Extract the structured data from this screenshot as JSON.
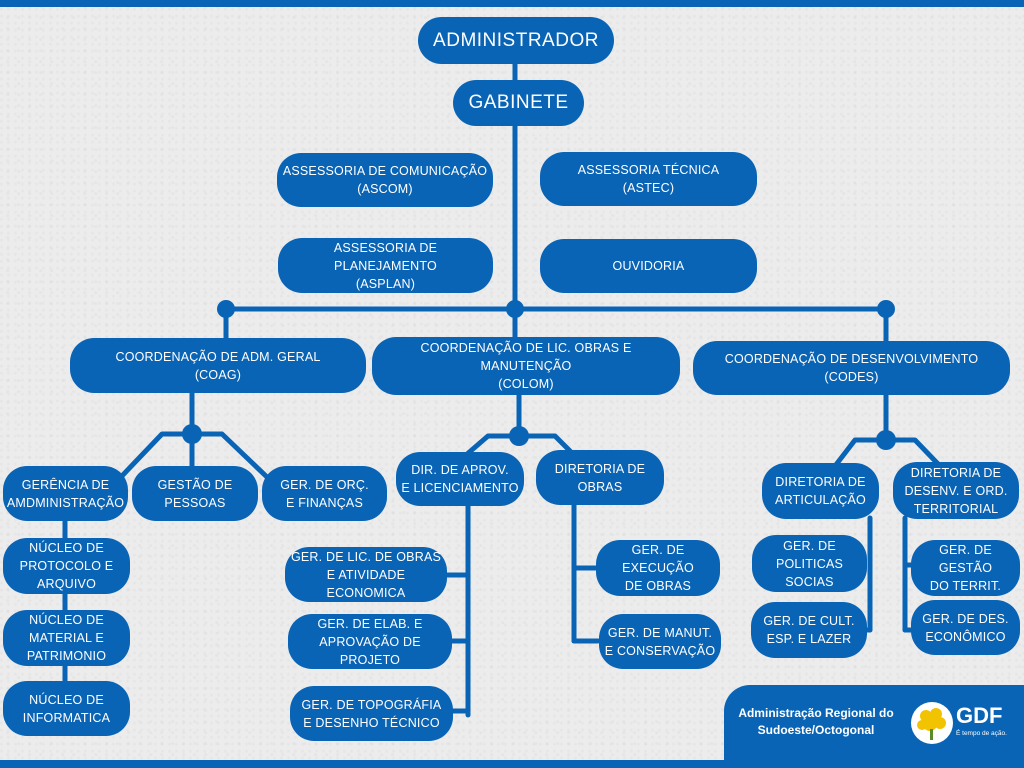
{
  "colors": {
    "node": "#0a64b5",
    "text": "#ffffff",
    "background": "#ececec"
  },
  "nodes": {
    "administrador": "ADMINISTRADOR",
    "gabinete": "GABINETE",
    "ascom": "ASSESSORIA DE COMUNICAÇÃO\n(ASCOM)",
    "astec": "ASSESSORIA TÉCNICA\n(ASTEC)",
    "asplan": "ASSESSORIA DE PLANEJAMENTO\n(ASPLAN)",
    "ouvidoria": "OUVIDORIA",
    "coag": "COORDENAÇÃO DE ADM. GERAL\n(COAG)",
    "colom": "COORDENAÇÃO  DE LIC. OBRAS E MANUTENÇÃO\n(COLOM)",
    "codes": "COORDENAÇÃO DE  DESENVOLVIMENTO\n(CODES)",
    "gerencia_adm": "GERÊNCIA DE\nAMDMINISTRAÇÃO",
    "gestao_pessoas": "GESTÃO DE\nPESSOAS",
    "ger_orc": "GER. DE ORÇ.\nE FINANÇAS",
    "nucleo_protocolo": "NÚCLEO DE\nPROTOCOLO E\nARQUIVO",
    "nucleo_material": "NÚCLEO DE\nMATERIAL E\nPATRIMONIO",
    "nucleo_informatica": "NÚCLEO DE\nINFORMATICA",
    "dir_aprov": "DIR. DE APROV.\nE LICENCIAMENTO",
    "dir_obras": "DIRETORIA DE\nOBRAS",
    "ger_lic_obras": "GER. DE LIC. DE OBRAS\nE ATIVIDADE ECONOMICA",
    "ger_elab": "GER. DE ELAB. E\nAPROVAÇÃO DE PROJETO",
    "ger_topografia": "GER. DE TOPOGRÁFIA\nE DESENHO TÉCNICO",
    "ger_execucao": "GER. DE EXECUÇÃO\nDE OBRAS",
    "ger_manut": "GER. DE MANUT.\nE CONSERVAÇÃO",
    "dir_articulacao": "DIRETORIA DE\nARTICULAÇÃO",
    "dir_desenv": "DIRETORIA DE\nDESENV. E ORD.\nTERRITORIAL",
    "ger_politicas": "GER. DE\nPOLITICAS\nSOCIAS",
    "ger_cult": "GER. DE CULT.\nESP. E LAZER",
    "ger_gestao_territ": "GER. DE GESTÃO\nDO TERRIT.",
    "ger_des_eco": "GER. DE DES.\nECONÔMICO"
  },
  "footer": {
    "org_name": "Administração Regional do\nSudoeste/Octogonal",
    "logo_text": "GDF",
    "slogan": "É tempo de ação.",
    "logo_icon": "ipe-tree-icon"
  }
}
